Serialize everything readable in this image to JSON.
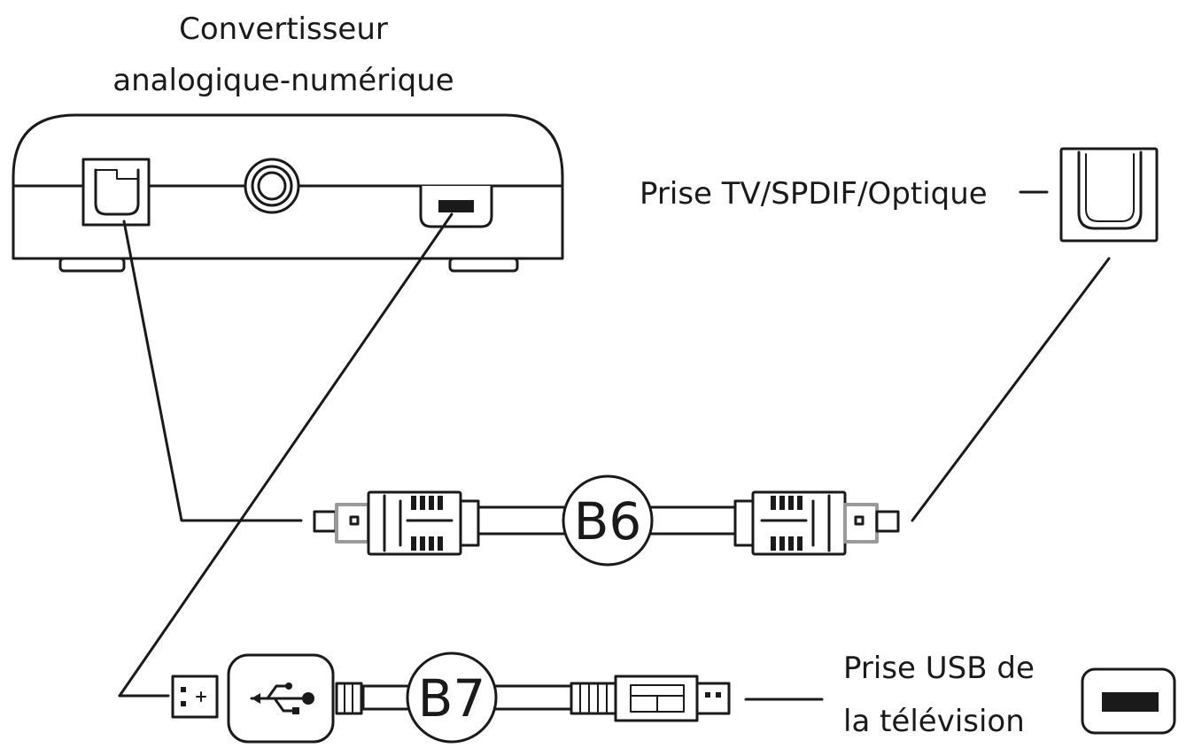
{
  "device": {
    "title_line1": "Convertisseur",
    "title_line2": "analogique-numérique"
  },
  "optical_port": {
    "label": "Prise TV/SPDIF/Optique"
  },
  "usb_port": {
    "label_line1": "Prise USB de",
    "label_line2": "la télévision"
  },
  "cables": {
    "optical": {
      "badge": "B6"
    },
    "usb": {
      "badge": "B7"
    }
  },
  "icons": {
    "usb_symbol": "usb-icon"
  }
}
